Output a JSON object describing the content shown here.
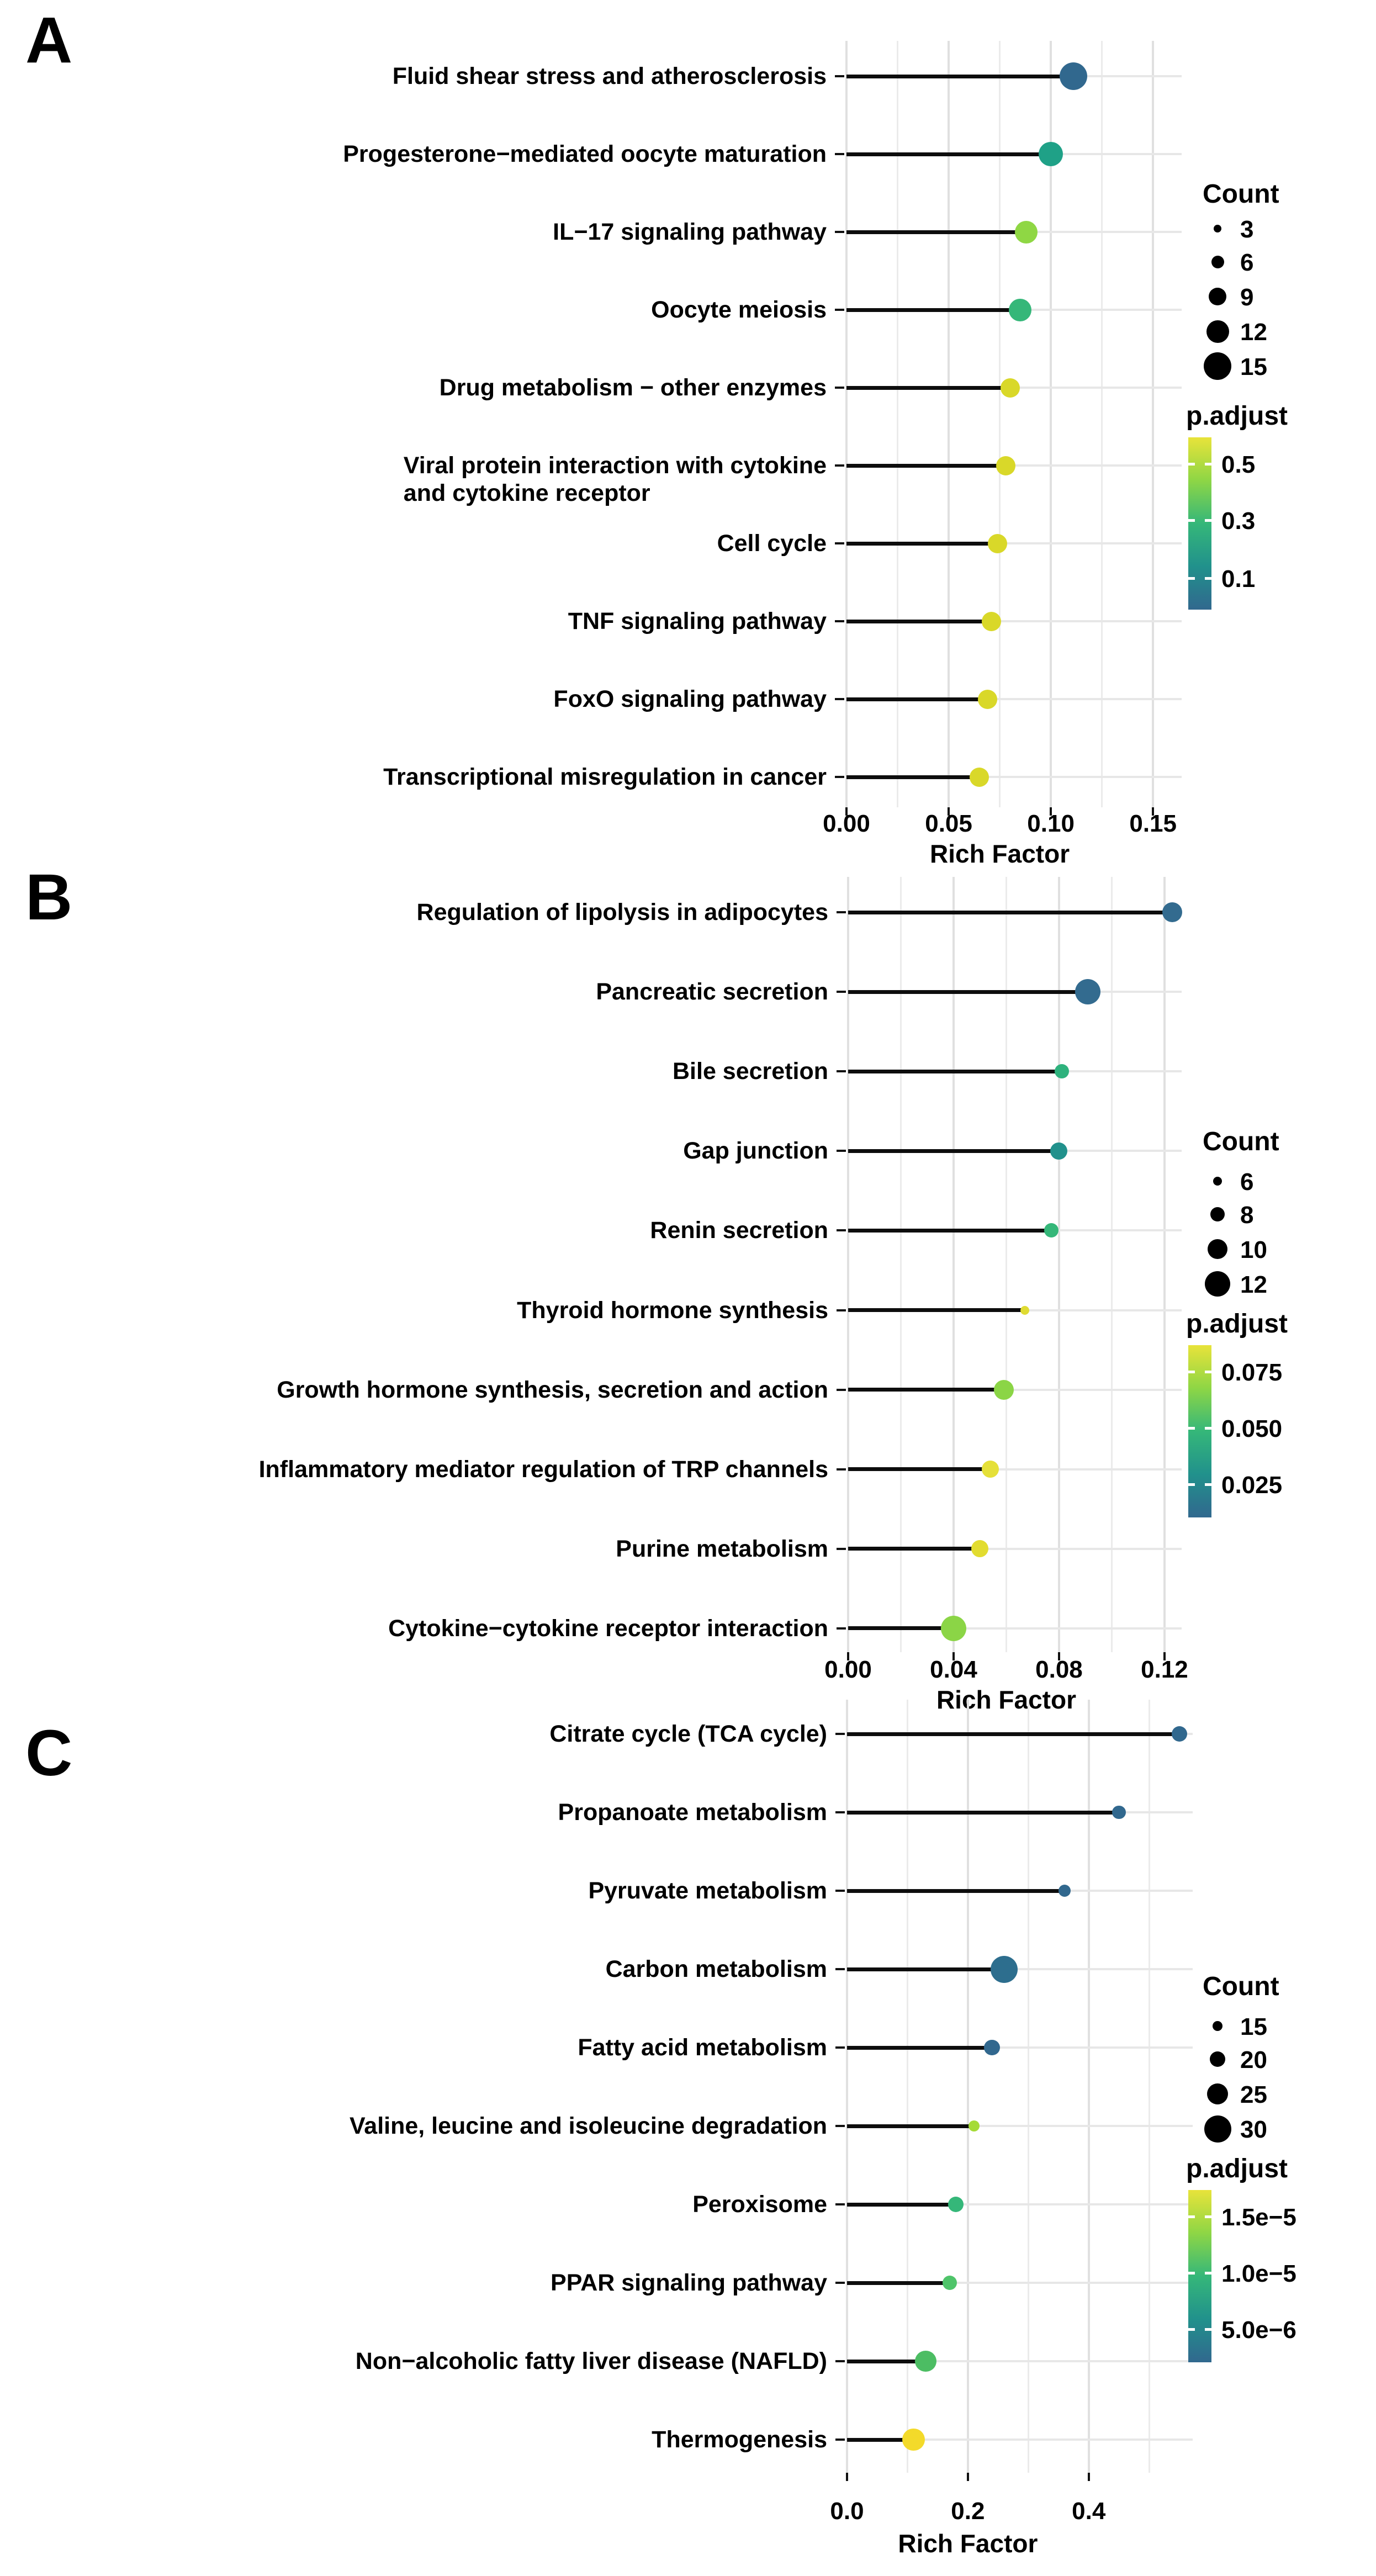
{
  "figure": {
    "background": "#ffffff",
    "text_color": "#000000",
    "x_axis_label": "Rich Factor"
  },
  "chart_data": [
    {
      "type": "lollipop",
      "panel": "A",
      "xlabel": "Rich Factor",
      "axis": {
        "tick_labels": [
          "0.00",
          "0.05",
          "0.10",
          "0.15"
        ],
        "tick_values": [
          0,
          0.05,
          0.1,
          0.15
        ],
        "minor_values": [
          0.025,
          0.075,
          0.125
        ],
        "x_max": 0.164
      },
      "size_scale": {
        "count_min": 3,
        "count_max": 15,
        "d_min": 14,
        "d_max": 50
      },
      "legend": {
        "count_title": "Count",
        "count_items": [
          3,
          6,
          9,
          12,
          15
        ],
        "padjust_title": "p.adjust",
        "padjust_labels": [
          "0.5",
          "0.3",
          "0.1"
        ],
        "gradient": [
          "#e8e33a",
          "#8ed645",
          "#35b779",
          "#21918c",
          "#31688e"
        ]
      },
      "points": [
        {
          "pathway": "Fluid shear stress and atherosclerosis",
          "rich_factor": 0.111,
          "count": 15,
          "color": "#31688e"
        },
        {
          "pathway": "Progesterone−mediated oocyte maturation",
          "rich_factor": 0.1,
          "count": 13,
          "color": "#1fa187"
        },
        {
          "pathway": "IL−17 signaling pathway",
          "rich_factor": 0.088,
          "count": 12,
          "color": "#8fd744"
        },
        {
          "pathway": "Oocyte meiosis",
          "rich_factor": 0.085,
          "count": 12,
          "color": "#35b779"
        },
        {
          "pathway": "Drug metabolism − other enzymes",
          "rich_factor": 0.08,
          "count": 10,
          "color": "#d9d829"
        },
        {
          "pathway": "Viral protein interaction with cytokine\nand cytokine receptor",
          "rich_factor": 0.078,
          "count": 10,
          "color": "#d9d829"
        },
        {
          "pathway": "Cell cycle",
          "rich_factor": 0.074,
          "count": 10,
          "color": "#d9d829"
        },
        {
          "pathway": "TNF signaling pathway",
          "rich_factor": 0.071,
          "count": 10,
          "color": "#d9d829"
        },
        {
          "pathway": "FoxO signaling pathway",
          "rich_factor": 0.069,
          "count": 10,
          "color": "#d9d829"
        },
        {
          "pathway": "Transcriptional misregulation in cancer",
          "rich_factor": 0.065,
          "count": 10,
          "color": "#d9d829"
        }
      ]
    },
    {
      "type": "lollipop",
      "panel": "B",
      "xlabel": "Rich Factor",
      "axis": {
        "tick_labels": [
          "0.00",
          "0.04",
          "0.08",
          "0.12"
        ],
        "tick_values": [
          0,
          0.04,
          0.08,
          0.12
        ],
        "minor_values": [
          0.02,
          0.06,
          0.1
        ],
        "x_max": 0.1265
      },
      "size_scale": {
        "count_min": 6,
        "count_max": 12,
        "d_min": 16,
        "d_max": 46
      },
      "legend": {
        "count_title": "Count",
        "count_items": [
          6,
          8,
          10,
          12
        ],
        "padjust_title": "p.adjust",
        "padjust_labels": [
          "0.075",
          "0.050",
          "0.025"
        ],
        "gradient": [
          "#e8e33a",
          "#8ed645",
          "#35b779",
          "#21918c",
          "#31688e"
        ]
      },
      "points": [
        {
          "pathway": "Regulation of lipolysis in adipocytes",
          "rich_factor": 0.123,
          "count": 10,
          "color": "#336b8f"
        },
        {
          "pathway": "Pancreatic secretion",
          "rich_factor": 0.091,
          "count": 12,
          "color": "#336b8f"
        },
        {
          "pathway": "Bile secretion",
          "rich_factor": 0.081,
          "count": 8,
          "color": "#2eb27d"
        },
        {
          "pathway": "Gap junction",
          "rich_factor": 0.08,
          "count": 9,
          "color": "#21918c"
        },
        {
          "pathway": "Renin secretion",
          "rich_factor": 0.077,
          "count": 8,
          "color": "#35b779"
        },
        {
          "pathway": "Thyroid hormone synthesis",
          "rich_factor": 0.067,
          "count": 6,
          "color": "#dfdb32"
        },
        {
          "pathway": "Growth hormone synthesis, secretion and action",
          "rich_factor": 0.059,
          "count": 10,
          "color": "#8bd546"
        },
        {
          "pathway": "Inflammatory mediator regulation of TRP channels",
          "rich_factor": 0.054,
          "count": 9,
          "color": "#e5e039"
        },
        {
          "pathway": "Purine metabolism",
          "rich_factor": 0.05,
          "count": 9,
          "color": "#e2dc30"
        },
        {
          "pathway": "Cytokine−cytokine receptor interaction",
          "rich_factor": 0.04,
          "count": 12,
          "color": "#8bd546"
        }
      ]
    },
    {
      "type": "lollipop",
      "panel": "C",
      "xlabel": "Rich Factor",
      "axis": {
        "tick_labels": [
          "0.0",
          "0.2",
          "0.4"
        ],
        "tick_values": [
          0,
          0.2,
          0.4
        ],
        "minor_values": [
          0.1,
          0.3,
          0.5
        ],
        "x_max": 0.572
      },
      "size_scale": {
        "count_min": 15,
        "count_max": 30,
        "d_min": 18,
        "d_max": 49
      },
      "legend": {
        "count_title": "Count",
        "count_items": [
          15,
          20,
          25,
          30
        ],
        "padjust_title": "p.adjust",
        "padjust_labels": [
          "1.5e−5",
          "1.0e−5",
          "5.0e−6"
        ],
        "gradient": [
          "#e8e33a",
          "#8ed645",
          "#35b779",
          "#21918c",
          "#31688e"
        ]
      },
      "points": [
        {
          "pathway": "Citrate cycle (TCA cycle)",
          "rich_factor": 0.55,
          "count": 20,
          "color": "#31688e"
        },
        {
          "pathway": "Propanoate metabolism",
          "rich_factor": 0.45,
          "count": 18,
          "color": "#31688e"
        },
        {
          "pathway": "Pyruvate metabolism",
          "rich_factor": 0.36,
          "count": 17,
          "color": "#31688e"
        },
        {
          "pathway": "Carbon metabolism",
          "rich_factor": 0.26,
          "count": 30,
          "color": "#2d6e8e"
        },
        {
          "pathway": "Fatty acid metabolism",
          "rich_factor": 0.24,
          "count": 20,
          "color": "#31688e"
        },
        {
          "pathway": "Valine, leucine and isoleucine degradation",
          "rich_factor": 0.21,
          "count": 16,
          "color": "#a5db36"
        },
        {
          "pathway": "Peroxisome",
          "rich_factor": 0.18,
          "count": 20,
          "color": "#35b779"
        },
        {
          "pathway": "PPAR signaling pathway",
          "rich_factor": 0.17,
          "count": 19,
          "color": "#4fc46a"
        },
        {
          "pathway": "Non−alcoholic fatty liver disease (NAFLD)",
          "rich_factor": 0.13,
          "count": 25,
          "color": "#4cbd63"
        },
        {
          "pathway": "Thermogenesis",
          "rich_factor": 0.11,
          "count": 26,
          "color": "#f3da2a"
        }
      ]
    }
  ]
}
